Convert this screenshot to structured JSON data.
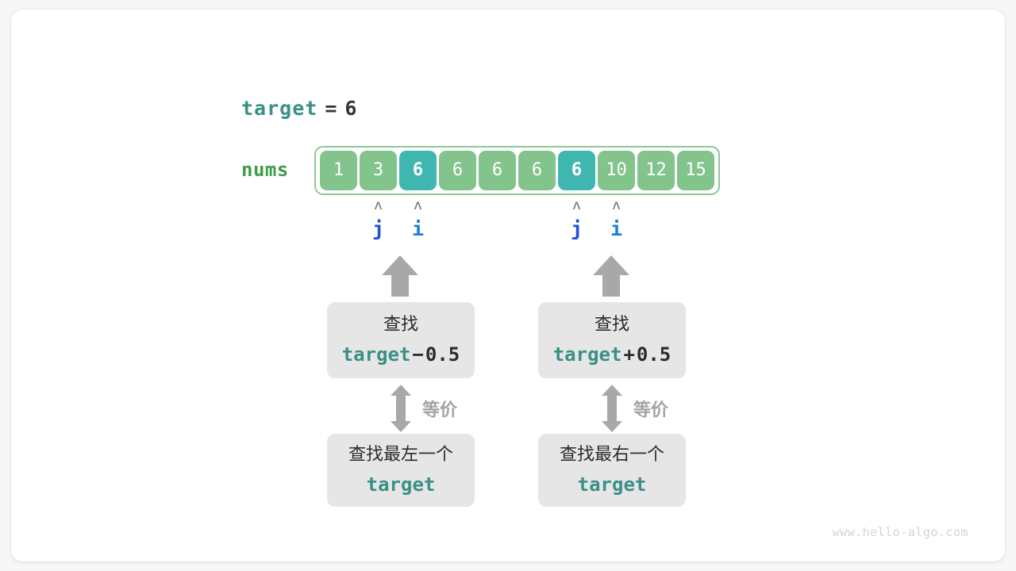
{
  "target_line": {
    "name": "target",
    "operator": "=",
    "value": "6"
  },
  "array": {
    "label": "nums",
    "cells": [
      {
        "value": "1",
        "highlight": false
      },
      {
        "value": "3",
        "highlight": false
      },
      {
        "value": "6",
        "highlight": true
      },
      {
        "value": "6",
        "highlight": false
      },
      {
        "value": "6",
        "highlight": false
      },
      {
        "value": "6",
        "highlight": false
      },
      {
        "value": "6",
        "highlight": true
      },
      {
        "value": "10",
        "highlight": false
      },
      {
        "value": "12",
        "highlight": false
      },
      {
        "value": "15",
        "highlight": false
      }
    ]
  },
  "pointers": [
    {
      "id": "left-j",
      "label": "j",
      "caret": "ʌ",
      "index": 1
    },
    {
      "id": "left-i",
      "label": "i",
      "caret": "ʌ",
      "index": 2
    },
    {
      "id": "right-j",
      "label": "j",
      "caret": "ʌ",
      "index": 6
    },
    {
      "id": "right-i",
      "label": "i",
      "caret": "ʌ",
      "index": 7
    }
  ],
  "branches": {
    "left": {
      "top_box": {
        "title": "查找",
        "code_keyword": "target",
        "code_operator": "−",
        "code_operand": "0.5"
      },
      "equiv_label": "等价",
      "bottom_box": {
        "title": "查找最左一个",
        "code_keyword": "target"
      }
    },
    "right": {
      "top_box": {
        "title": "查找",
        "code_keyword": "target",
        "code_operator": "+",
        "code_operand": "0.5"
      },
      "equiv_label": "等价",
      "bottom_box": {
        "title": "查找最右一个",
        "code_keyword": "target"
      }
    }
  },
  "watermark": "www.hello-algo.com",
  "colors": {
    "cell_normal": "#83c38c",
    "cell_highlight": "#3fb7b0",
    "array_border": "#90c79a",
    "label_nums": "#3f9c4b",
    "keyword_teal": "#3a9087",
    "pointer_j": "#1f4fd8",
    "pointer_i": "#1f7fd8",
    "box_bg": "#e6e6e6",
    "arrow_gray": "#a8a8a8",
    "equiv_gray": "#a3a3a3"
  }
}
